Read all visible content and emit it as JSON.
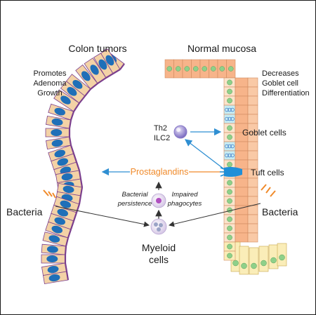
{
  "colors": {
    "tumor_cell": "#f3d2a6",
    "tumor_edge": "#7b3f8d",
    "tumor_nucleus": "#1f6fb8",
    "normal_cell": "#f7b48a",
    "normal_nucleus": "#8fd08a",
    "goblet_fill": "#c6ecf3",
    "tuft_fill": "#1f8fd8",
    "lower_cell": "#faedb8",
    "prostaglandin": "#f08a2a",
    "arrow_blue": "#2f8fd2"
  },
  "labels": {
    "colon_tumors": "Colon tumors",
    "normal_mucosa": "Normal mucosa",
    "promotes": [
      "Promotes",
      "Adenoma",
      "Growth"
    ],
    "decreases": [
      "Decreases",
      "Goblet cell",
      "Differentiation"
    ],
    "th2": "Th2",
    "ilc2": "ILC2",
    "goblet_cells": "Goblet cells",
    "prostaglandins": "Prostaglandins",
    "tuft_cells": "Tuft cells",
    "bacterial_persistence": [
      "Bacterial",
      "persistence"
    ],
    "impaired_phagocytes": [
      "Impaired",
      "phagocytes"
    ],
    "bacteria_left": "Bacteria",
    "bacteria_right": "Bacteria",
    "myeloid_cells": [
      "Myeloid",
      "cells"
    ]
  }
}
